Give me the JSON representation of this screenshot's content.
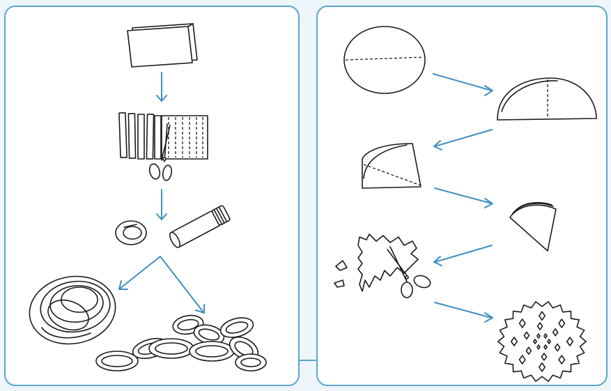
{
  "diagram": {
    "panels": [
      {
        "id": "left",
        "steps": [
          "folded-paper",
          "cut-strips",
          "paper-ring-and-glue-stick",
          "paper-spiral",
          "paper-chain"
        ],
        "arrow_color": "#3e8fc2"
      },
      {
        "id": "right",
        "steps": [
          "paper-circle",
          "half-circle",
          "quarter-circle",
          "folded-cone",
          "cut-snowflake",
          "paper-snowflake"
        ],
        "arrow_color": "#3e8fc2"
      }
    ],
    "colors": {
      "panel_border": "#5aa6cf",
      "arrow": "#3e8fc2",
      "ink": "#1a1a1a",
      "background": "#eef6fb"
    }
  }
}
